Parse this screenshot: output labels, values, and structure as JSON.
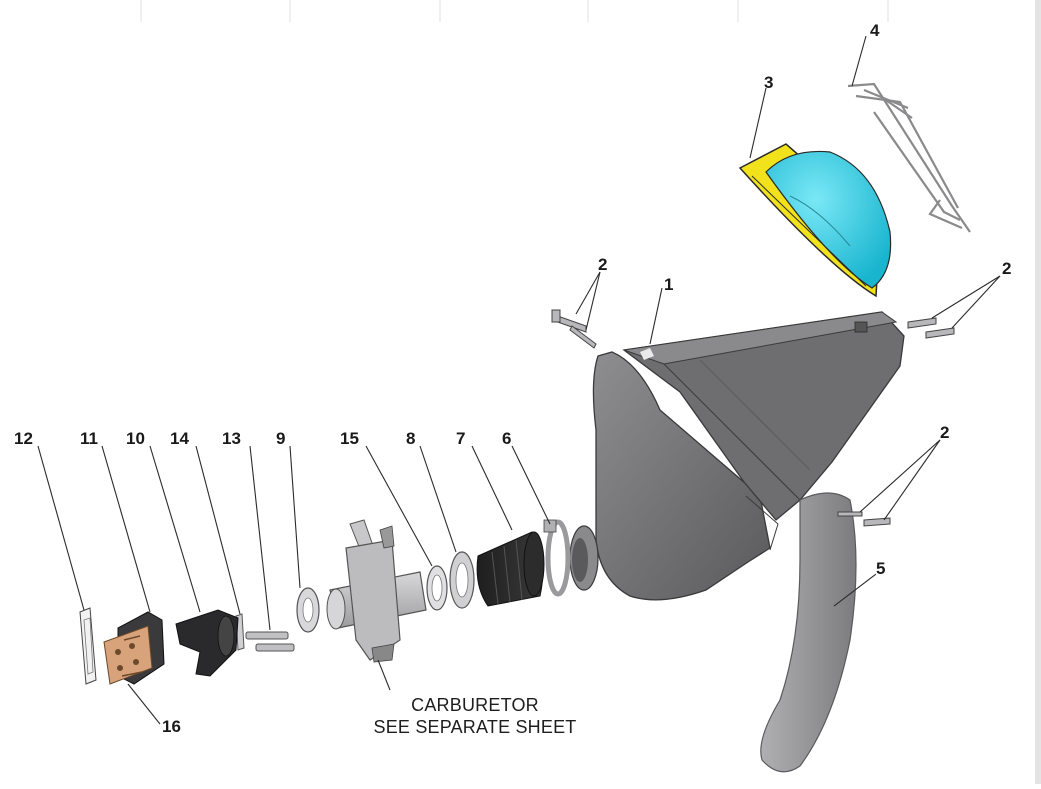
{
  "callouts": [
    "1",
    "2",
    "2",
    "2",
    "3",
    "4",
    "5",
    "6",
    "7",
    "8",
    "9",
    "10",
    "11",
    "12",
    "13",
    "14",
    "15",
    "16"
  ],
  "note": {
    "line1": "CARBURETOR",
    "line2": "SEE SEPARATE SHEET"
  },
  "colors": {
    "filter_cage": "#38d3ea",
    "filter_foam": "#f2e21b",
    "airbox": "#737374",
    "fender": "#9a9a9c",
    "reed_petal": "#d8a27a"
  }
}
